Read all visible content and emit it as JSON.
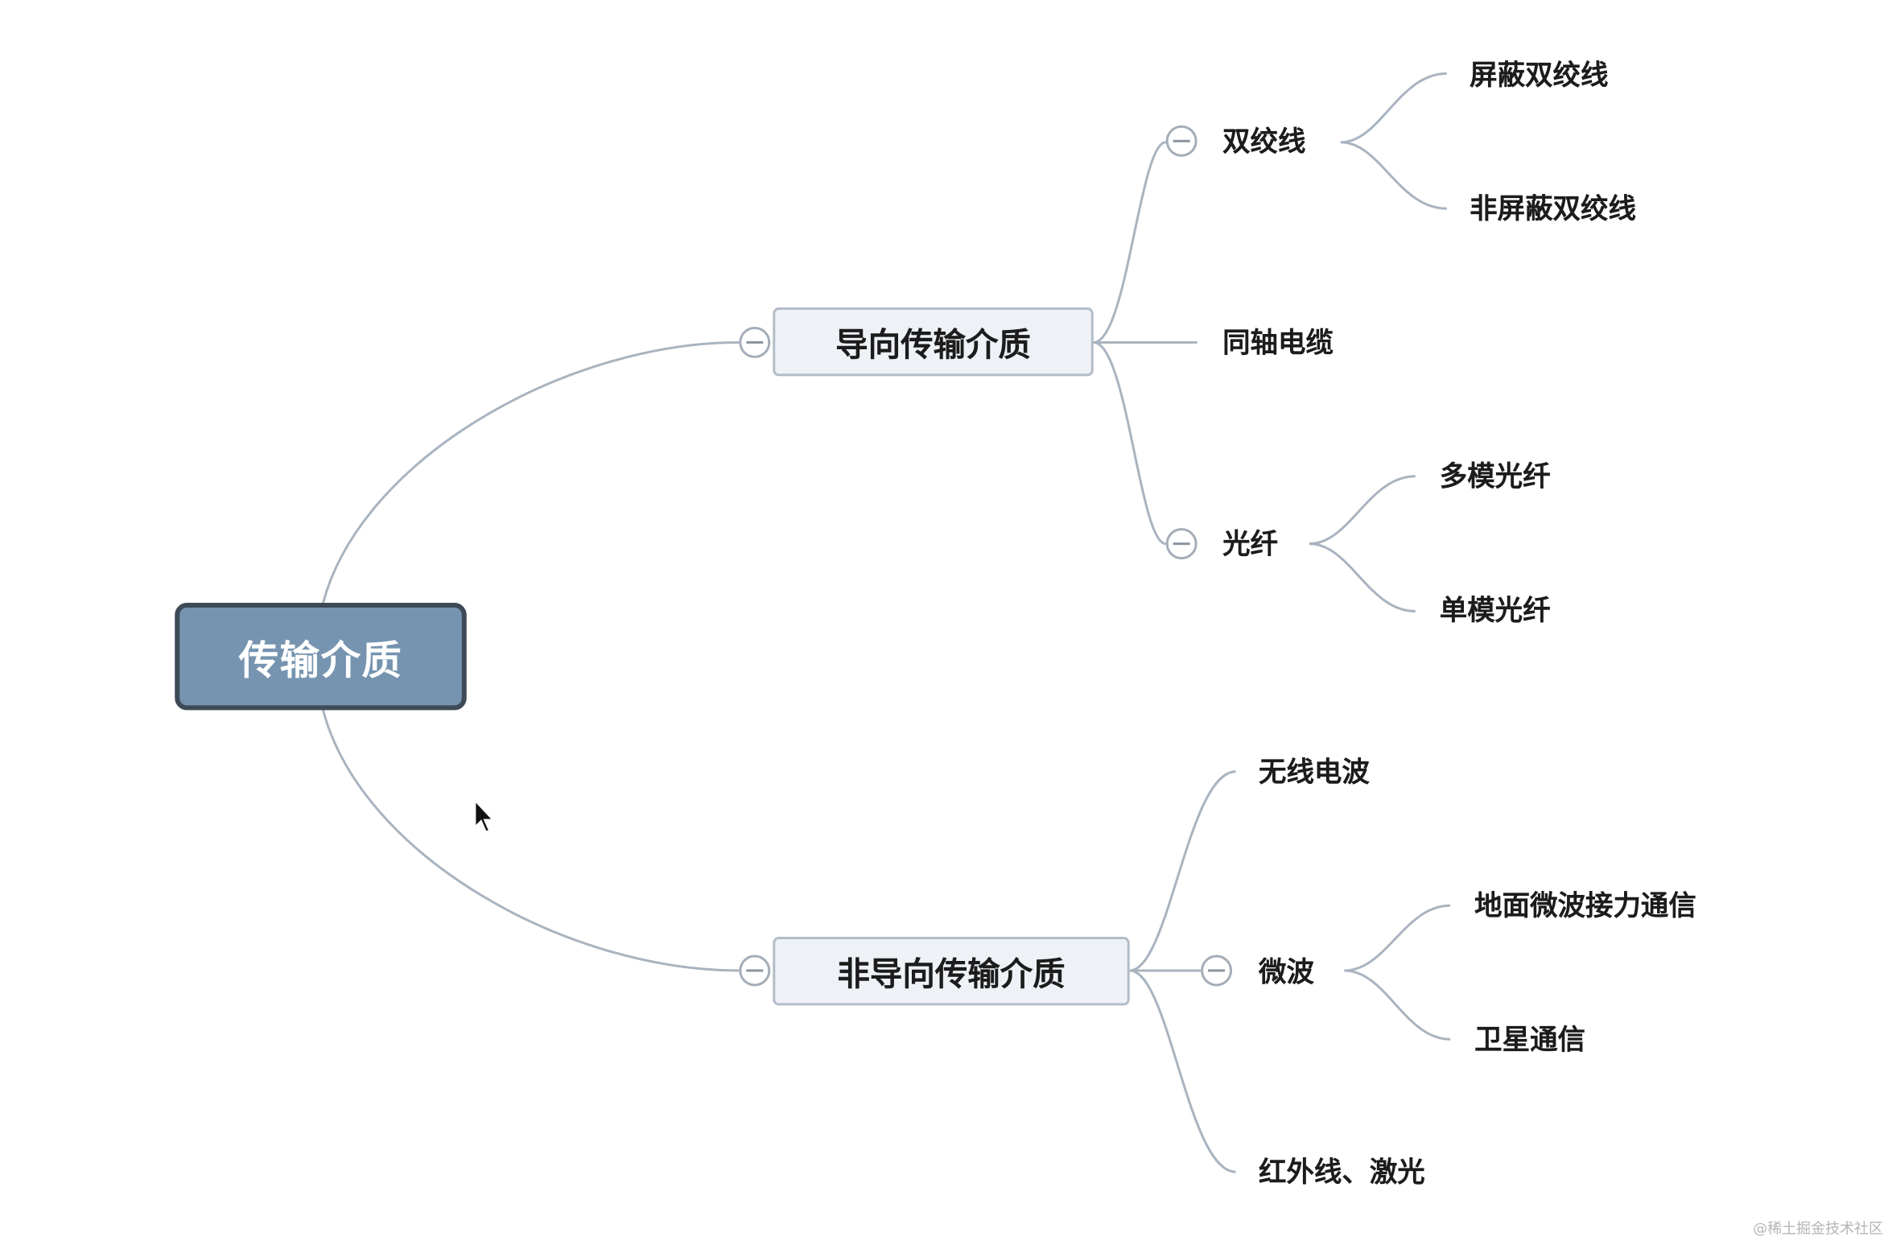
{
  "diagram": {
    "root": {
      "label": "传输介质"
    },
    "branches": {
      "guided": {
        "label": "导向传输介质",
        "children": {
          "twisted_pair": {
            "label": "双绞线",
            "children": [
              "屏蔽双绞线",
              "非屏蔽双绞线"
            ]
          },
          "coax": {
            "label": "同轴电缆"
          },
          "fiber": {
            "label": "光纤",
            "children": [
              "多模光纤",
              "单模光纤"
            ]
          }
        }
      },
      "unguided": {
        "label": "非导向传输介质",
        "children": {
          "radio": {
            "label": "无线电波"
          },
          "microwave": {
            "label": "微波",
            "children": [
              "地面微波接力通信",
              "卫星通信"
            ]
          },
          "infrared": {
            "label": "红外线、激光"
          }
        }
      }
    },
    "colors": {
      "root_fill": "#7694b0",
      "root_border": "#3f4a57",
      "branch_fill": "#eef2f7",
      "connector": "#a9b4c0"
    }
  },
  "watermark": "@稀土掘金技术社区"
}
